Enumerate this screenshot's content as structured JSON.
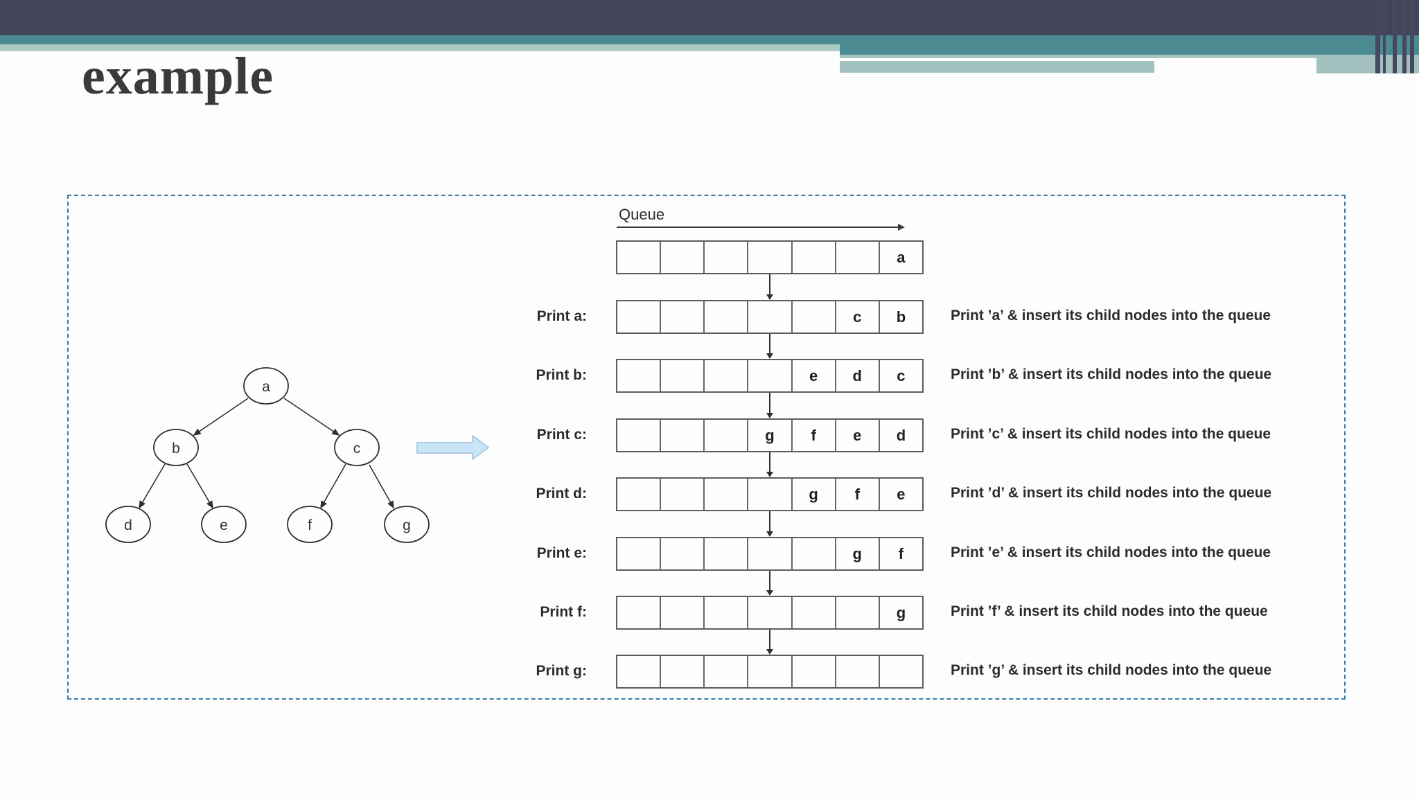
{
  "title": "example",
  "colors": {
    "header_dark": "#45455a",
    "header_teal": "#4b8a90",
    "header_sage": "#aecac7",
    "frame_dash": "#3b7aa2",
    "box_border": "#5d5d5d",
    "text": "#2b2b2b",
    "block_arrow_fill": "#c9e5f6",
    "block_arrow_stroke": "#a9cde4"
  },
  "diagram": {
    "queue_label": "Queue",
    "tree": {
      "nodes": [
        {
          "label": "a"
        },
        {
          "label": "b"
        },
        {
          "label": "c"
        },
        {
          "label": "d"
        },
        {
          "label": "e"
        },
        {
          "label": "f"
        },
        {
          "label": "g"
        }
      ],
      "edges": [
        [
          "a",
          "b"
        ],
        [
          "a",
          "c"
        ],
        [
          "b",
          "d"
        ],
        [
          "b",
          "e"
        ],
        [
          "c",
          "f"
        ],
        [
          "c",
          "g"
        ]
      ]
    },
    "rows": [
      {
        "label": "",
        "cells": [
          "",
          "",
          "",
          "",
          "",
          "",
          "a"
        ],
        "note": ""
      },
      {
        "label": "Print a:",
        "cells": [
          "",
          "",
          "",
          "",
          "",
          "c",
          "b"
        ],
        "note": "Print ’a’ & insert its child nodes into the queue"
      },
      {
        "label": "Print b:",
        "cells": [
          "",
          "",
          "",
          "",
          "e",
          "d",
          "c"
        ],
        "note": "Print ’b’ & insert its child nodes into the queue"
      },
      {
        "label": "Print c:",
        "cells": [
          "",
          "",
          "",
          "g",
          "f",
          "e",
          "d"
        ],
        "note": "Print ’c’ & insert its child nodes into the queue"
      },
      {
        "label": "Print d:",
        "cells": [
          "",
          "",
          "",
          "",
          "g",
          "f",
          "e"
        ],
        "note": "Print ’d’ & insert its child nodes into the queue"
      },
      {
        "label": "Print e:",
        "cells": [
          "",
          "",
          "",
          "",
          "",
          "g",
          "f"
        ],
        "note": "Print ’e’ & insert its child nodes into the queue"
      },
      {
        "label": "Print f:",
        "cells": [
          "",
          "",
          "",
          "",
          "",
          "",
          "g"
        ],
        "note": "Print ’f’ & insert its child nodes into the queue"
      },
      {
        "label": "Print g:",
        "cells": [
          "",
          "",
          "",
          "",
          "",
          "",
          ""
        ],
        "note": "Print ’g’ & insert its child nodes into the queue"
      }
    ]
  }
}
